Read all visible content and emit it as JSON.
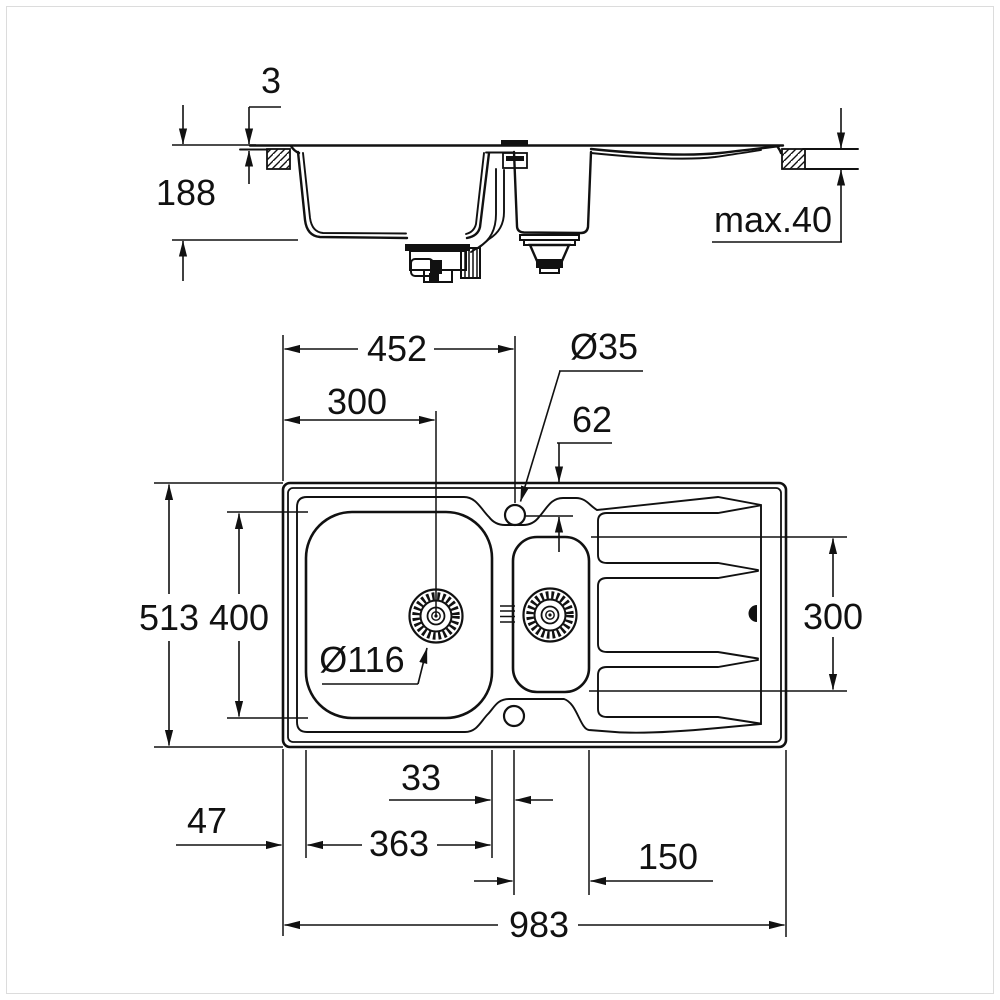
{
  "canvas": {
    "background": "#ffffff",
    "ink": "#111111"
  },
  "section_view": {
    "labels": {
      "rim_height": "3",
      "depth": "188",
      "countertop_max": "max.40"
    }
  },
  "plan_view": {
    "labels": {
      "edge_to_tap": "452",
      "edge_to_drain": "300",
      "tap_hole_diameter": "Ø35",
      "tap_edge_offset": "62",
      "overall_depth": "513",
      "bowl_depth": "400",
      "drain_diameter": "Ø116",
      "small_bowl_length": "300",
      "bowl_gap": "33",
      "edge_to_bowl": "47",
      "bowl_width": "363",
      "small_bowl_width": "150",
      "overall_width": "983"
    }
  }
}
